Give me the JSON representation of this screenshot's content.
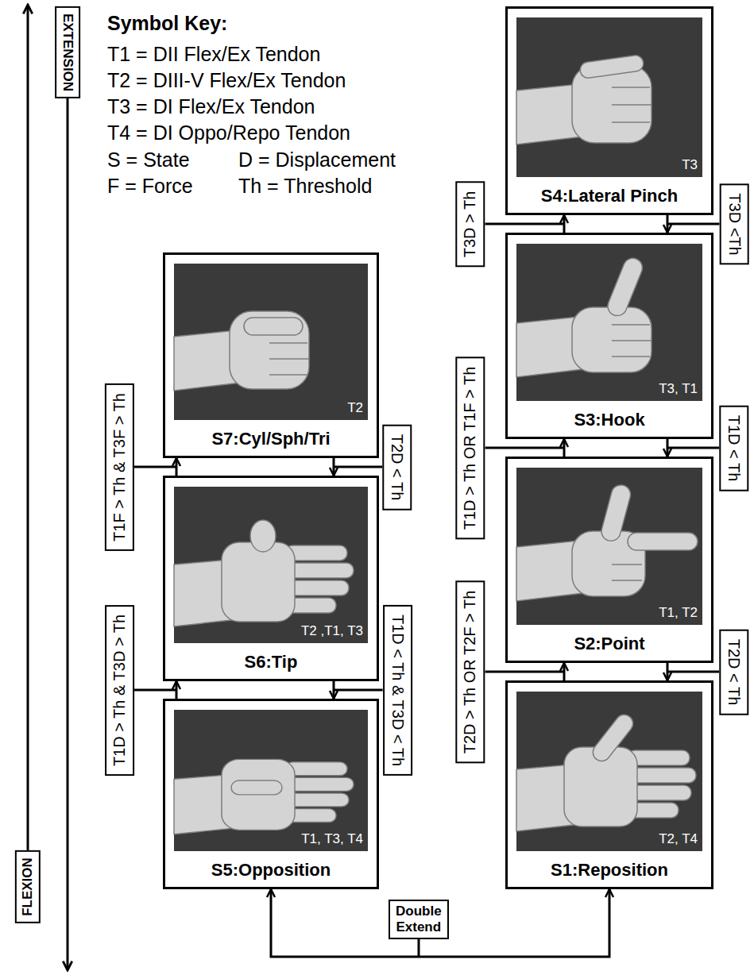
{
  "diagram": {
    "nodes": [
      {
        "text": [
          "EXTENSION"
        ]
      },
      {
        "text": [
          "T3",
          "S4:Lateral Pinch"
        ]
      },
      {
        "text": [
          "T3, T1",
          "S3:Hook"
        ]
      },
      {
        "text": [
          "T2",
          "S7:Cyl/Sph/Tri"
        ]
      },
      {
        "text": [
          "T1, T2",
          "S2:Point"
        ]
      },
      {
        "text": [
          "T2 ,T1, T3",
          "S6:Tip"
        ]
      },
      {
        "text": [
          "T1, T3, T4",
          "S5:Opposition"
        ]
      },
      {
        "text": [
          "T2, T4",
          "S1:Reposition"
        ]
      },
      {
        "text": [
          "FLEXION"
        ]
      }
    ],
    "edges": [
      {
        "from": 7,
        "to": 4,
        "arrow": "to",
        "label": "T2D > Th OR T2F > Th"
      },
      {
        "from": 4,
        "to": 7,
        "arrow": "to",
        "label": "T2D < Th"
      },
      {
        "from": 4,
        "to": 2,
        "arrow": "to",
        "label": "T1D > Th OR T1F > Th"
      },
      {
        "from": 2,
        "to": 4,
        "arrow": "to",
        "label": "T1D < Th"
      },
      {
        "from": 2,
        "to": 1,
        "arrow": "to",
        "label": "T3D > Th"
      },
      {
        "from": 1,
        "to": 2,
        "arrow": "to",
        "label": "T3D <Th"
      },
      {
        "from": 6,
        "to": 5,
        "arrow": "to",
        "label": "T1D > Th & T3D > Th"
      },
      {
        "from": 5,
        "to": 6,
        "arrow": "to",
        "label": "T1D < Th & T3D < Th"
      },
      {
        "from": 5,
        "to": 3,
        "arrow": "to",
        "label": "T1F > Th & T3F > Th"
      },
      {
        "from": 3,
        "to": 5,
        "arrow": "to",
        "label": "T2D < Th"
      },
      {
        "from": 6,
        "to": 7,
        "arrow": "both",
        "label": "Double Extend"
      }
    ],
    "labels": [
      "Symbol Key:",
      "T1 = DII Flex/Ex Tendon",
      "T2 = DIII-V Flex/Ex Tendon",
      "T3 = DI Flex/Ex Tendon",
      "T4 = DI Oppo/Repo Tendon",
      "S = State",
      "D = Displacement",
      "F = Force",
      "Th = Threshold"
    ]
  }
}
